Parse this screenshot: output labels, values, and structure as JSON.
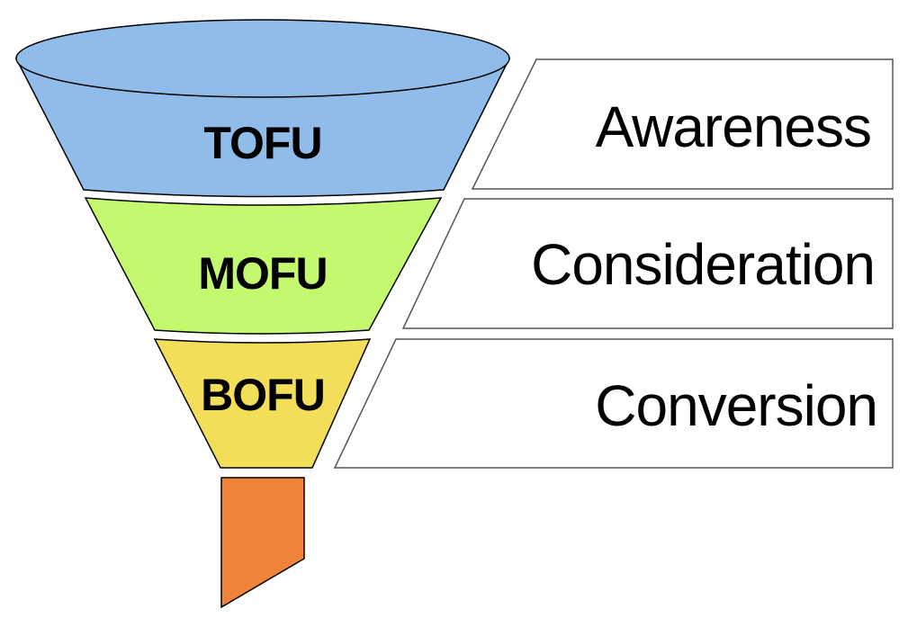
{
  "funnel": {
    "stages": [
      {
        "id": "tofu",
        "label": "TOFU",
        "phase": "Awareness",
        "color": "#8FBCE8"
      },
      {
        "id": "mofu",
        "label": "MOFU",
        "phase": "Consideration",
        "color": "#C4F86E"
      },
      {
        "id": "bofu",
        "label": "BOFU",
        "phase": "Conversion",
        "color": "#F3DE5A"
      }
    ],
    "spout_color": "#F0833A"
  }
}
